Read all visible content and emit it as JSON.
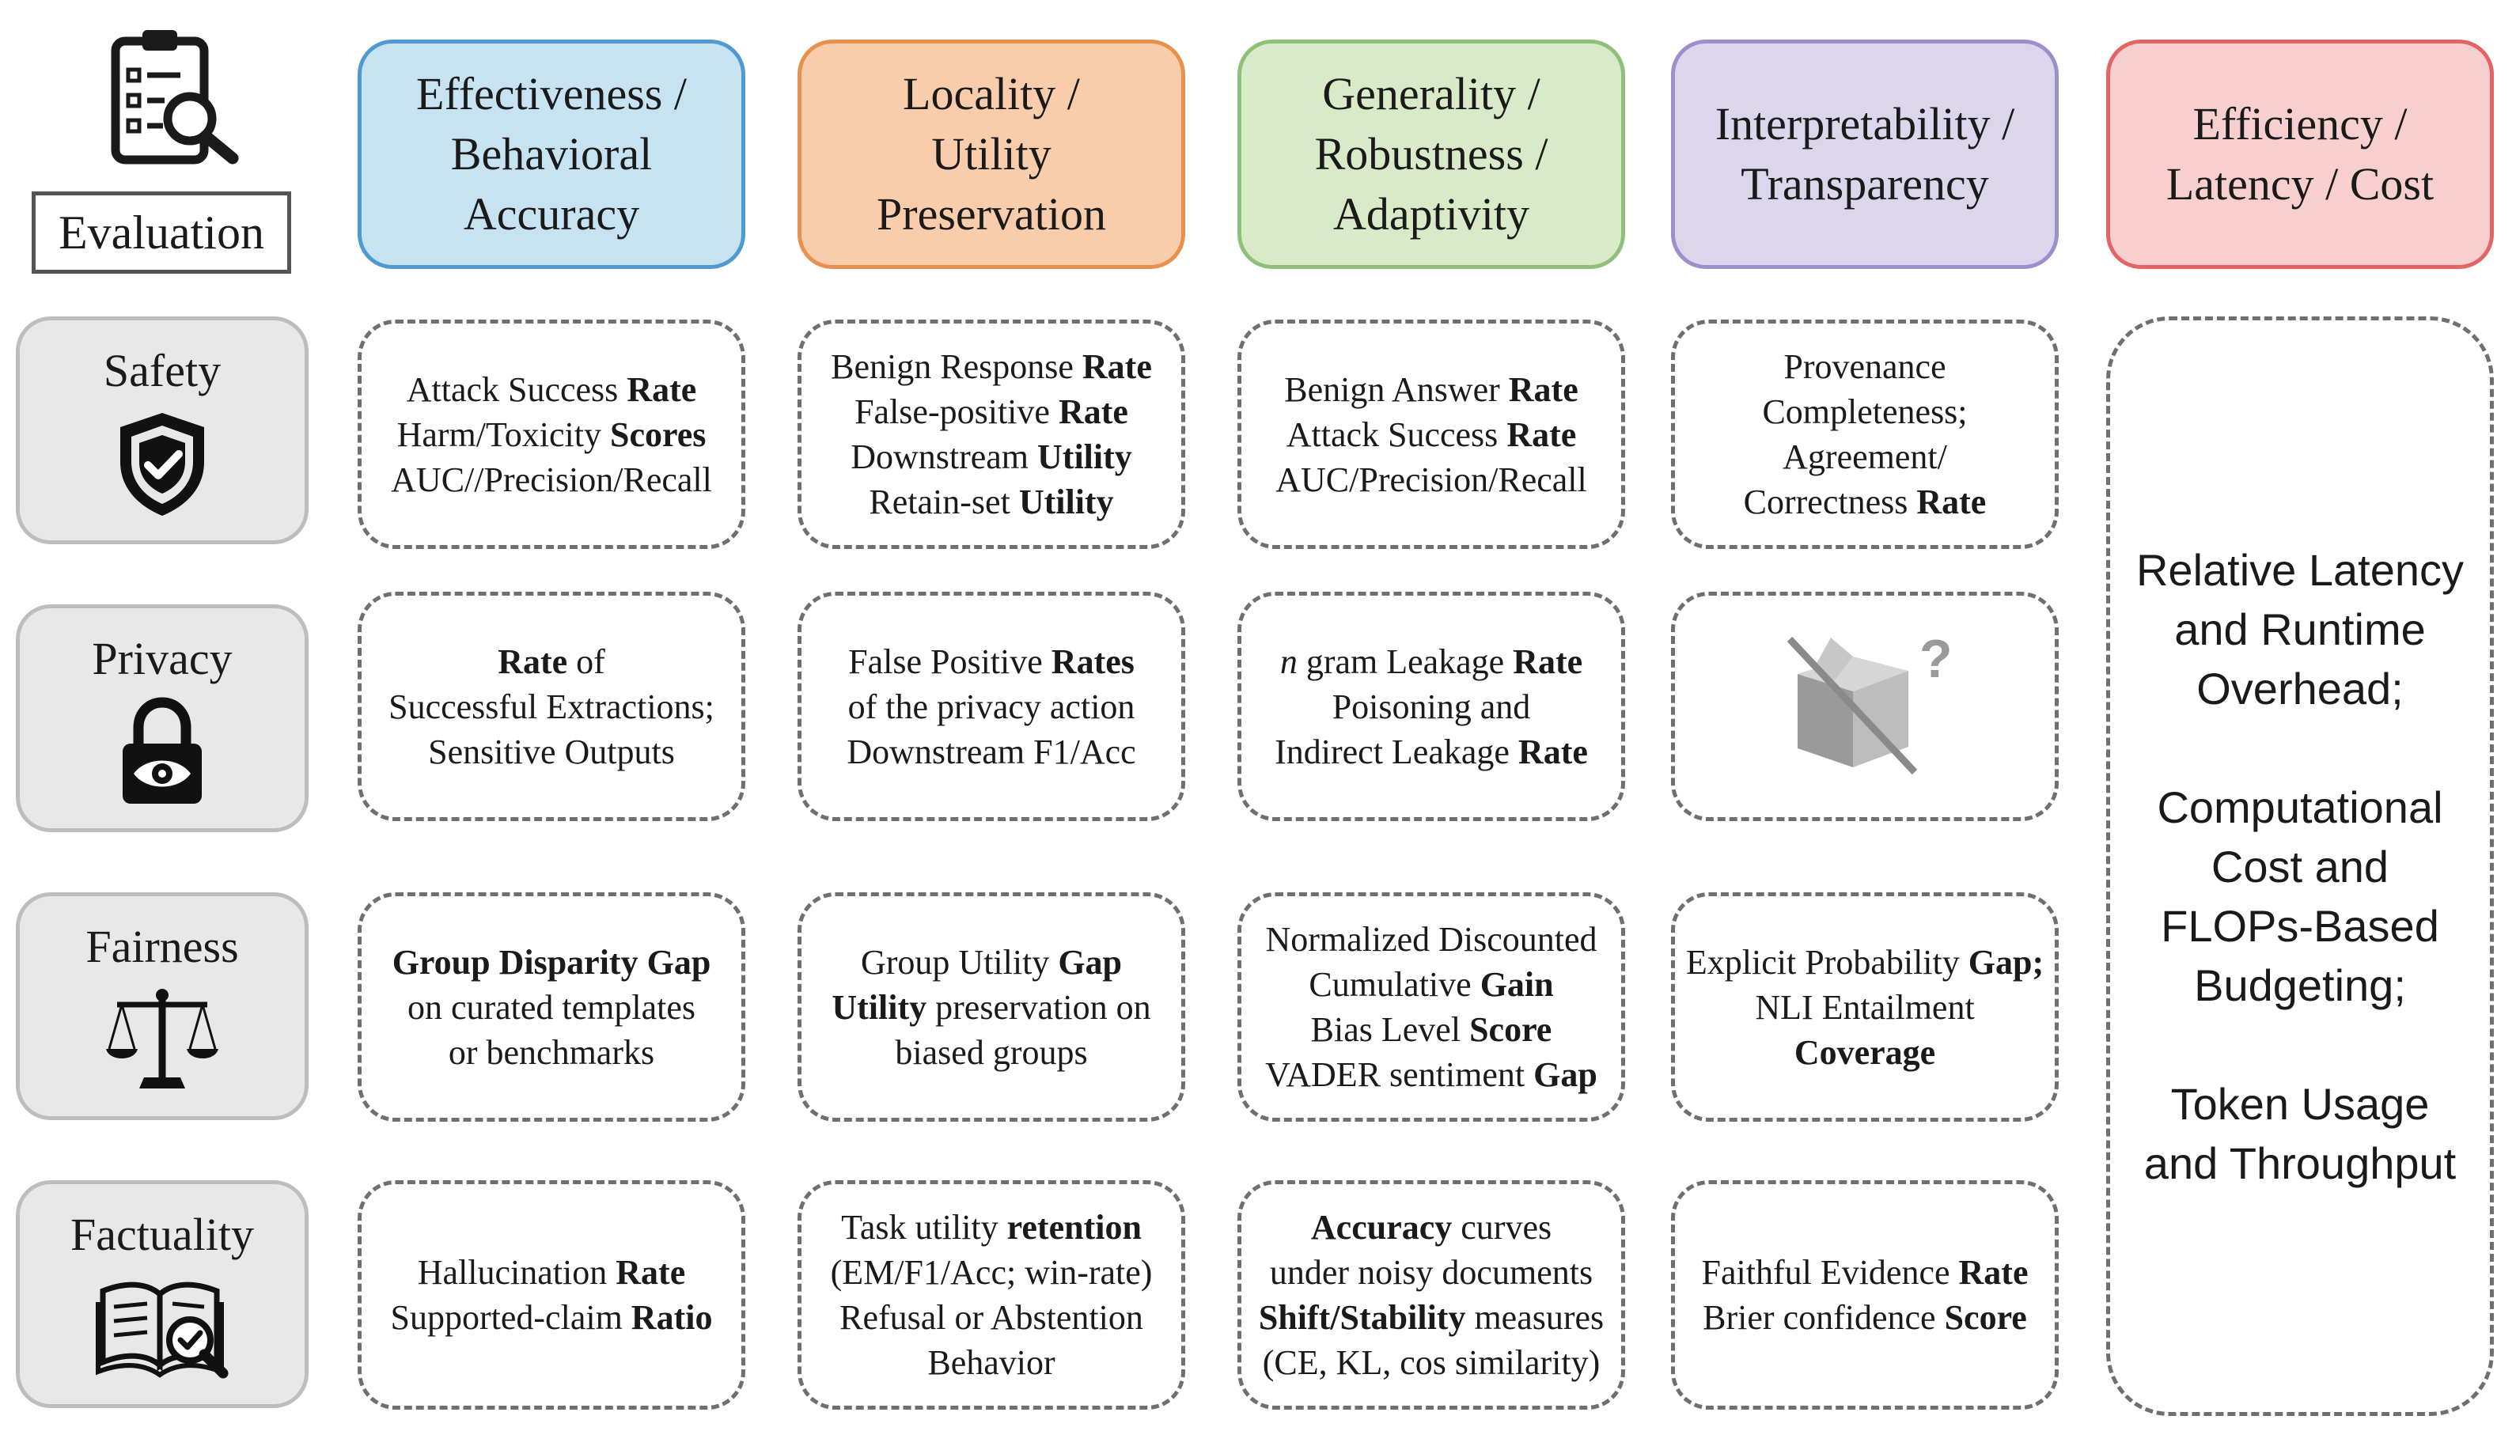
{
  "corner": {
    "label": "Evaluation",
    "icon": "clipboard-search-icon"
  },
  "columns": [
    {
      "id": "effectiveness",
      "label": "Effectiveness /\nBehavioral\nAccuracy",
      "fill": "#c7e3f2",
      "border": "#4f9ad1"
    },
    {
      "id": "locality",
      "label": "Locality /\nUtility\nPreservation",
      "fill": "#f9cdab",
      "border": "#e8914f"
    },
    {
      "id": "generality",
      "label": "Generality /\nRobustness /\nAdaptivity",
      "fill": "#d9eac9",
      "border": "#8fc07a"
    },
    {
      "id": "interpretability",
      "label": "Interpretability /\nTransparency",
      "fill": "#dcd6ec",
      "border": "#9d8fcc"
    },
    {
      "id": "efficiency",
      "label": "Efficiency /\nLatency / Cost",
      "fill": "#f7cfcf",
      "border": "#e36464"
    }
  ],
  "rows": [
    {
      "id": "safety",
      "label": "Safety",
      "icon": "shield-check-icon",
      "cells": [
        [
          [
            {
              "t": "Attack Success "
            },
            {
              "t": "Rate",
              "b": true
            }
          ],
          [
            {
              "t": "Harm/Toxicity "
            },
            {
              "t": "Scores",
              "b": true
            }
          ],
          [
            {
              "t": "AUC//Precision/Recall"
            }
          ]
        ],
        [
          [
            {
              "t": "Benign Response "
            },
            {
              "t": "Rate",
              "b": true
            }
          ],
          [
            {
              "t": "False-positive "
            },
            {
              "t": "Rate",
              "b": true
            }
          ],
          [
            {
              "t": "Downstream "
            },
            {
              "t": "Utility",
              "b": true
            }
          ],
          [
            {
              "t": "Retain-set "
            },
            {
              "t": "Utility",
              "b": true
            }
          ]
        ],
        [
          [
            {
              "t": "Benign Answer "
            },
            {
              "t": "Rate",
              "b": true
            }
          ],
          [
            {
              "t": "Attack Success "
            },
            {
              "t": "Rate",
              "b": true
            }
          ],
          [
            {
              "t": "AUC/Precision/Recall"
            }
          ]
        ],
        [
          [
            {
              "t": "Provenance"
            }
          ],
          [
            {
              "t": "Completeness;"
            }
          ],
          [
            {
              "t": "Agreement/"
            }
          ],
          [
            {
              "t": "Correctness "
            },
            {
              "t": "Rate",
              "b": true
            }
          ]
        ]
      ]
    },
    {
      "id": "privacy",
      "label": "Privacy",
      "icon": "lock-eye-icon",
      "cells": [
        [
          [
            {
              "t": "Rate",
              "b": true
            },
            {
              "t": " of"
            }
          ],
          [
            {
              "t": "Successful Extractions;"
            }
          ],
          [
            {
              "t": "Sensitive Outputs"
            }
          ]
        ],
        [
          [
            {
              "t": "False Positive "
            },
            {
              "t": "Rates",
              "b": true
            }
          ],
          [
            {
              "t": "of the privacy action"
            }
          ],
          [
            {
              "t": "Downstream F1/Acc"
            }
          ]
        ],
        [
          [
            {
              "t": "n",
              "i": true
            },
            {
              "t": " gram Leakage "
            },
            {
              "t": "Rate",
              "b": true
            }
          ],
          [
            {
              "t": "Poisoning and"
            }
          ],
          [
            {
              "t": "Indirect Leakage "
            },
            {
              "t": "Rate",
              "b": true
            }
          ]
        ],
        "crossed-box-question-icon"
      ]
    },
    {
      "id": "fairness",
      "label": "Fairness",
      "icon": "scales-icon",
      "cells": [
        [
          [
            {
              "t": "Group Disparity Gap",
              "b": true
            }
          ],
          [
            {
              "t": "on curated templates"
            }
          ],
          [
            {
              "t": "or benchmarks"
            }
          ]
        ],
        [
          [
            {
              "t": "Group Utility "
            },
            {
              "t": "Gap",
              "b": true
            }
          ],
          [
            {
              "t": "Utility",
              "b": true
            },
            {
              "t": " preservation on"
            }
          ],
          [
            {
              "t": "biased groups"
            }
          ]
        ],
        [
          [
            {
              "t": "Normalized Discounted"
            }
          ],
          [
            {
              "t": "Cumulative "
            },
            {
              "t": "Gain",
              "b": true
            }
          ],
          [
            {
              "t": "Bias Level "
            },
            {
              "t": "Score",
              "b": true
            }
          ],
          [
            {
              "t": "VADER sentiment "
            },
            {
              "t": "Gap",
              "b": true
            }
          ]
        ],
        [
          [
            {
              "t": "Explicit Probability "
            },
            {
              "t": "Gap;",
              "b": true
            }
          ],
          [
            {
              "t": "NLI Entailment"
            }
          ],
          [
            {
              "t": "Coverage",
              "b": true
            }
          ]
        ]
      ]
    },
    {
      "id": "factuality",
      "label": "Factuality",
      "icon": "book-check-icon",
      "cells": [
        [
          [
            {
              "t": "Hallucination "
            },
            {
              "t": "Rate",
              "b": true
            }
          ],
          [
            {
              "t": "Supported-claim "
            },
            {
              "t": "Ratio",
              "b": true
            }
          ]
        ],
        [
          [
            {
              "t": "Task utility "
            },
            {
              "t": "retention",
              "b": true
            }
          ],
          [
            {
              "t": "(EM/F1/Acc; win-rate)"
            }
          ],
          [
            {
              "t": "Refusal or Abstention"
            }
          ],
          [
            {
              "t": "Behavior"
            }
          ]
        ],
        [
          [
            {
              "t": "Accuracy",
              "b": true
            },
            {
              "t": " curves"
            }
          ],
          [
            {
              "t": "under noisy documents"
            }
          ],
          [
            {
              "t": "Shift/Stability",
              "b": true
            },
            {
              "t": " measures"
            }
          ],
          [
            {
              "t": "(CE, KL, cos similarity)"
            }
          ]
        ],
        [
          [
            {
              "t": "Faithful Evidence "
            },
            {
              "t": "Rate",
              "b": true
            }
          ],
          [
            {
              "t": "Brier confidence "
            },
            {
              "t": "Score",
              "b": true
            }
          ]
        ]
      ]
    }
  ],
  "efficiency_cell": {
    "blocks": [
      [
        "Relative Latency",
        "and Runtime",
        "Overhead;"
      ],
      [
        "Computational",
        "Cost and",
        "FLOPs-Based",
        "Budgeting;"
      ],
      [
        "Token Usage",
        "and Throughput"
      ]
    ]
  }
}
